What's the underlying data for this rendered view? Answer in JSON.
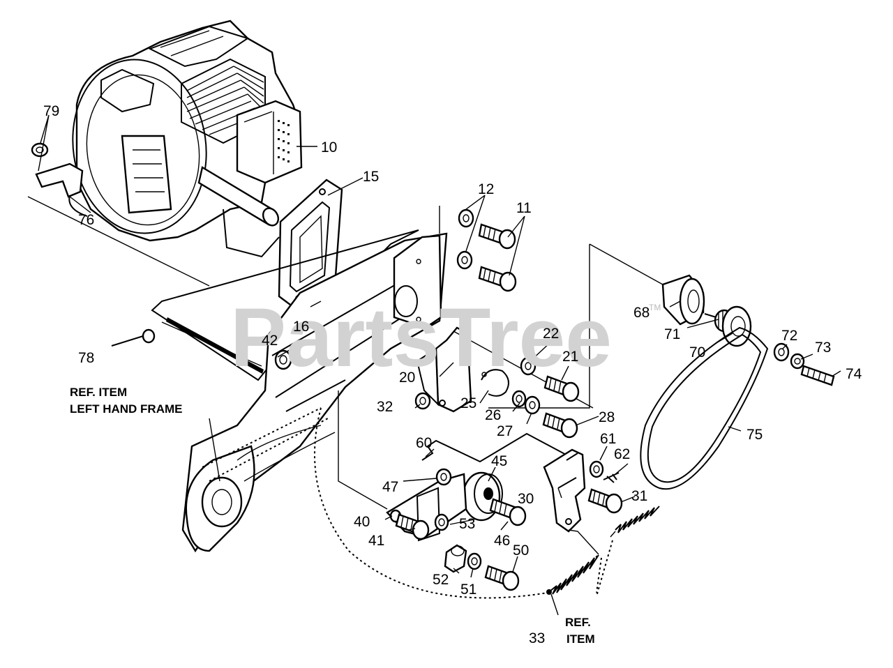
{
  "watermark": {
    "text": "PartsTree",
    "trademark": "TM"
  },
  "reference_labels": {
    "left_frame_line1": "REF. ITEM",
    "left_frame_line2": "LEFT HAND FRAME",
    "ref_item_line1": "REF.",
    "ref_item_line2": "ITEM"
  },
  "callouts": {
    "c10": "10",
    "c11": "11",
    "c12": "12",
    "c15": "15",
    "c16": "16",
    "c20": "20",
    "c21": "21",
    "c22": "22",
    "c25": "25",
    "c26": "26",
    "c27": "27",
    "c28": "28",
    "c30": "30",
    "c31": "31",
    "c32": "32",
    "c33": "33",
    "c40": "40",
    "c41": "41",
    "c42": "42",
    "c45": "45",
    "c46": "46",
    "c47": "47",
    "c50": "50",
    "c51": "51",
    "c52": "52",
    "c53": "53",
    "c60": "60",
    "c61": "61",
    "c62": "62",
    "c68": "68",
    "c70": "70",
    "c71": "71",
    "c72": "72",
    "c73": "73",
    "c74": "74",
    "c75": "75",
    "c76": "76",
    "c78": "78",
    "c79": "79"
  }
}
